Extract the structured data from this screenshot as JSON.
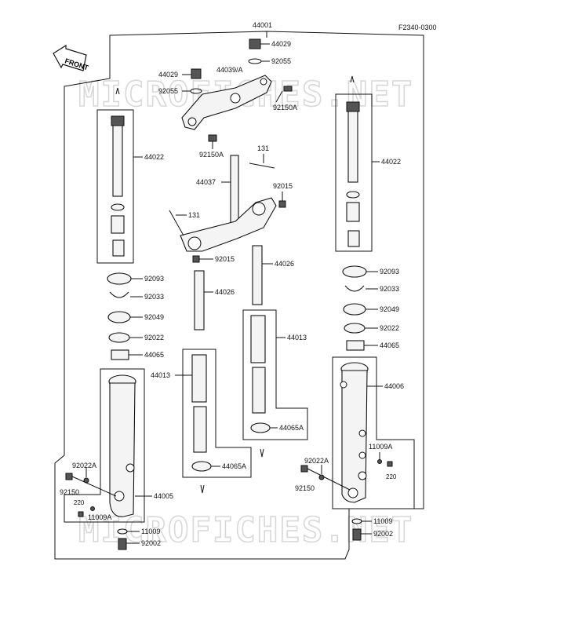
{
  "diagram_code": "F2340-0300",
  "assembly_number": "44001",
  "front_label": "FRONT",
  "watermark": "MICROFICHES.NET",
  "labels": {
    "l44029a": "44029",
    "l92055a": "92055",
    "l44029b": "44029",
    "l44039a": "44039/A",
    "l92055b": "92055",
    "l92150a_top": "92150A",
    "l44022_left": "44022",
    "l92150a_mid": "92150A",
    "l131_top": "131",
    "l44037": "44037",
    "l92015_top": "92015",
    "l131_left": "131",
    "l92015_low": "92015",
    "l44026_right": "44026",
    "l44022_right": "44022",
    "l92093_left": "92093",
    "l92033_left": "92033",
    "l92049_left": "92049",
    "l92022_left": "92022",
    "l44065_left": "44065",
    "l44026_mid": "44026",
    "l44013_right": "44013",
    "l44013_left": "44013",
    "l44065a_right": "44065A",
    "l44065a_left": "44065A",
    "l92093_right": "92093",
    "l92033_right": "92033",
    "l92049_right": "92049",
    "l92022_right": "92022",
    "l44065_right": "44065",
    "l44006": "44006",
    "l11009a_right": "11009A",
    "l92022a_right": "92022A",
    "l220_right": "220",
    "l92150_right": "92150",
    "l11009_right": "11009",
    "l92002_right": "92002",
    "l92022a_left": "92022A",
    "l92150_left": "92150",
    "l44005": "44005",
    "l220_left": "220",
    "l11009a_left": "11009A",
    "l11009_left": "11009",
    "l92002_left": "92002"
  }
}
